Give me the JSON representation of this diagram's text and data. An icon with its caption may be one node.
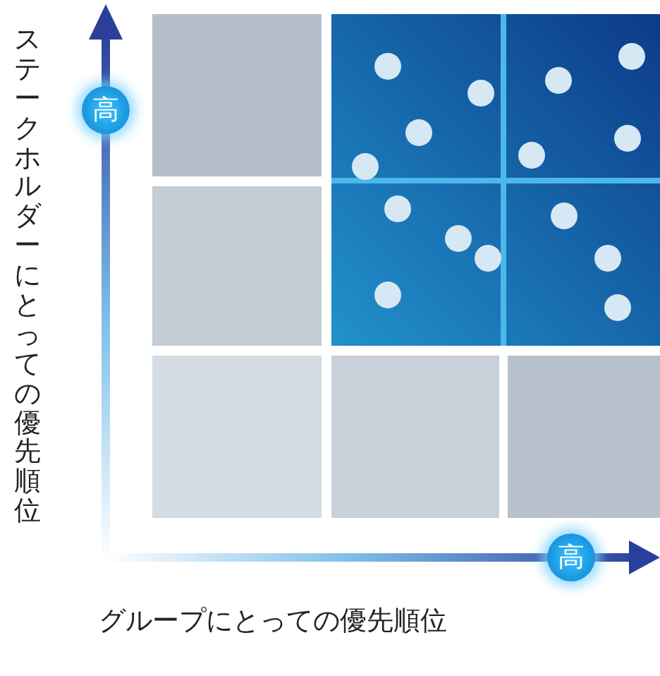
{
  "diagram": {
    "nodes": [
      {
        "text": [
          "高"
        ]
      },
      {
        "text": [
          "高"
        ]
      }
    ],
    "labels": [
      "ステークホルダーにとっての優先順位",
      "グループにとっての優先順位"
    ]
  }
}
